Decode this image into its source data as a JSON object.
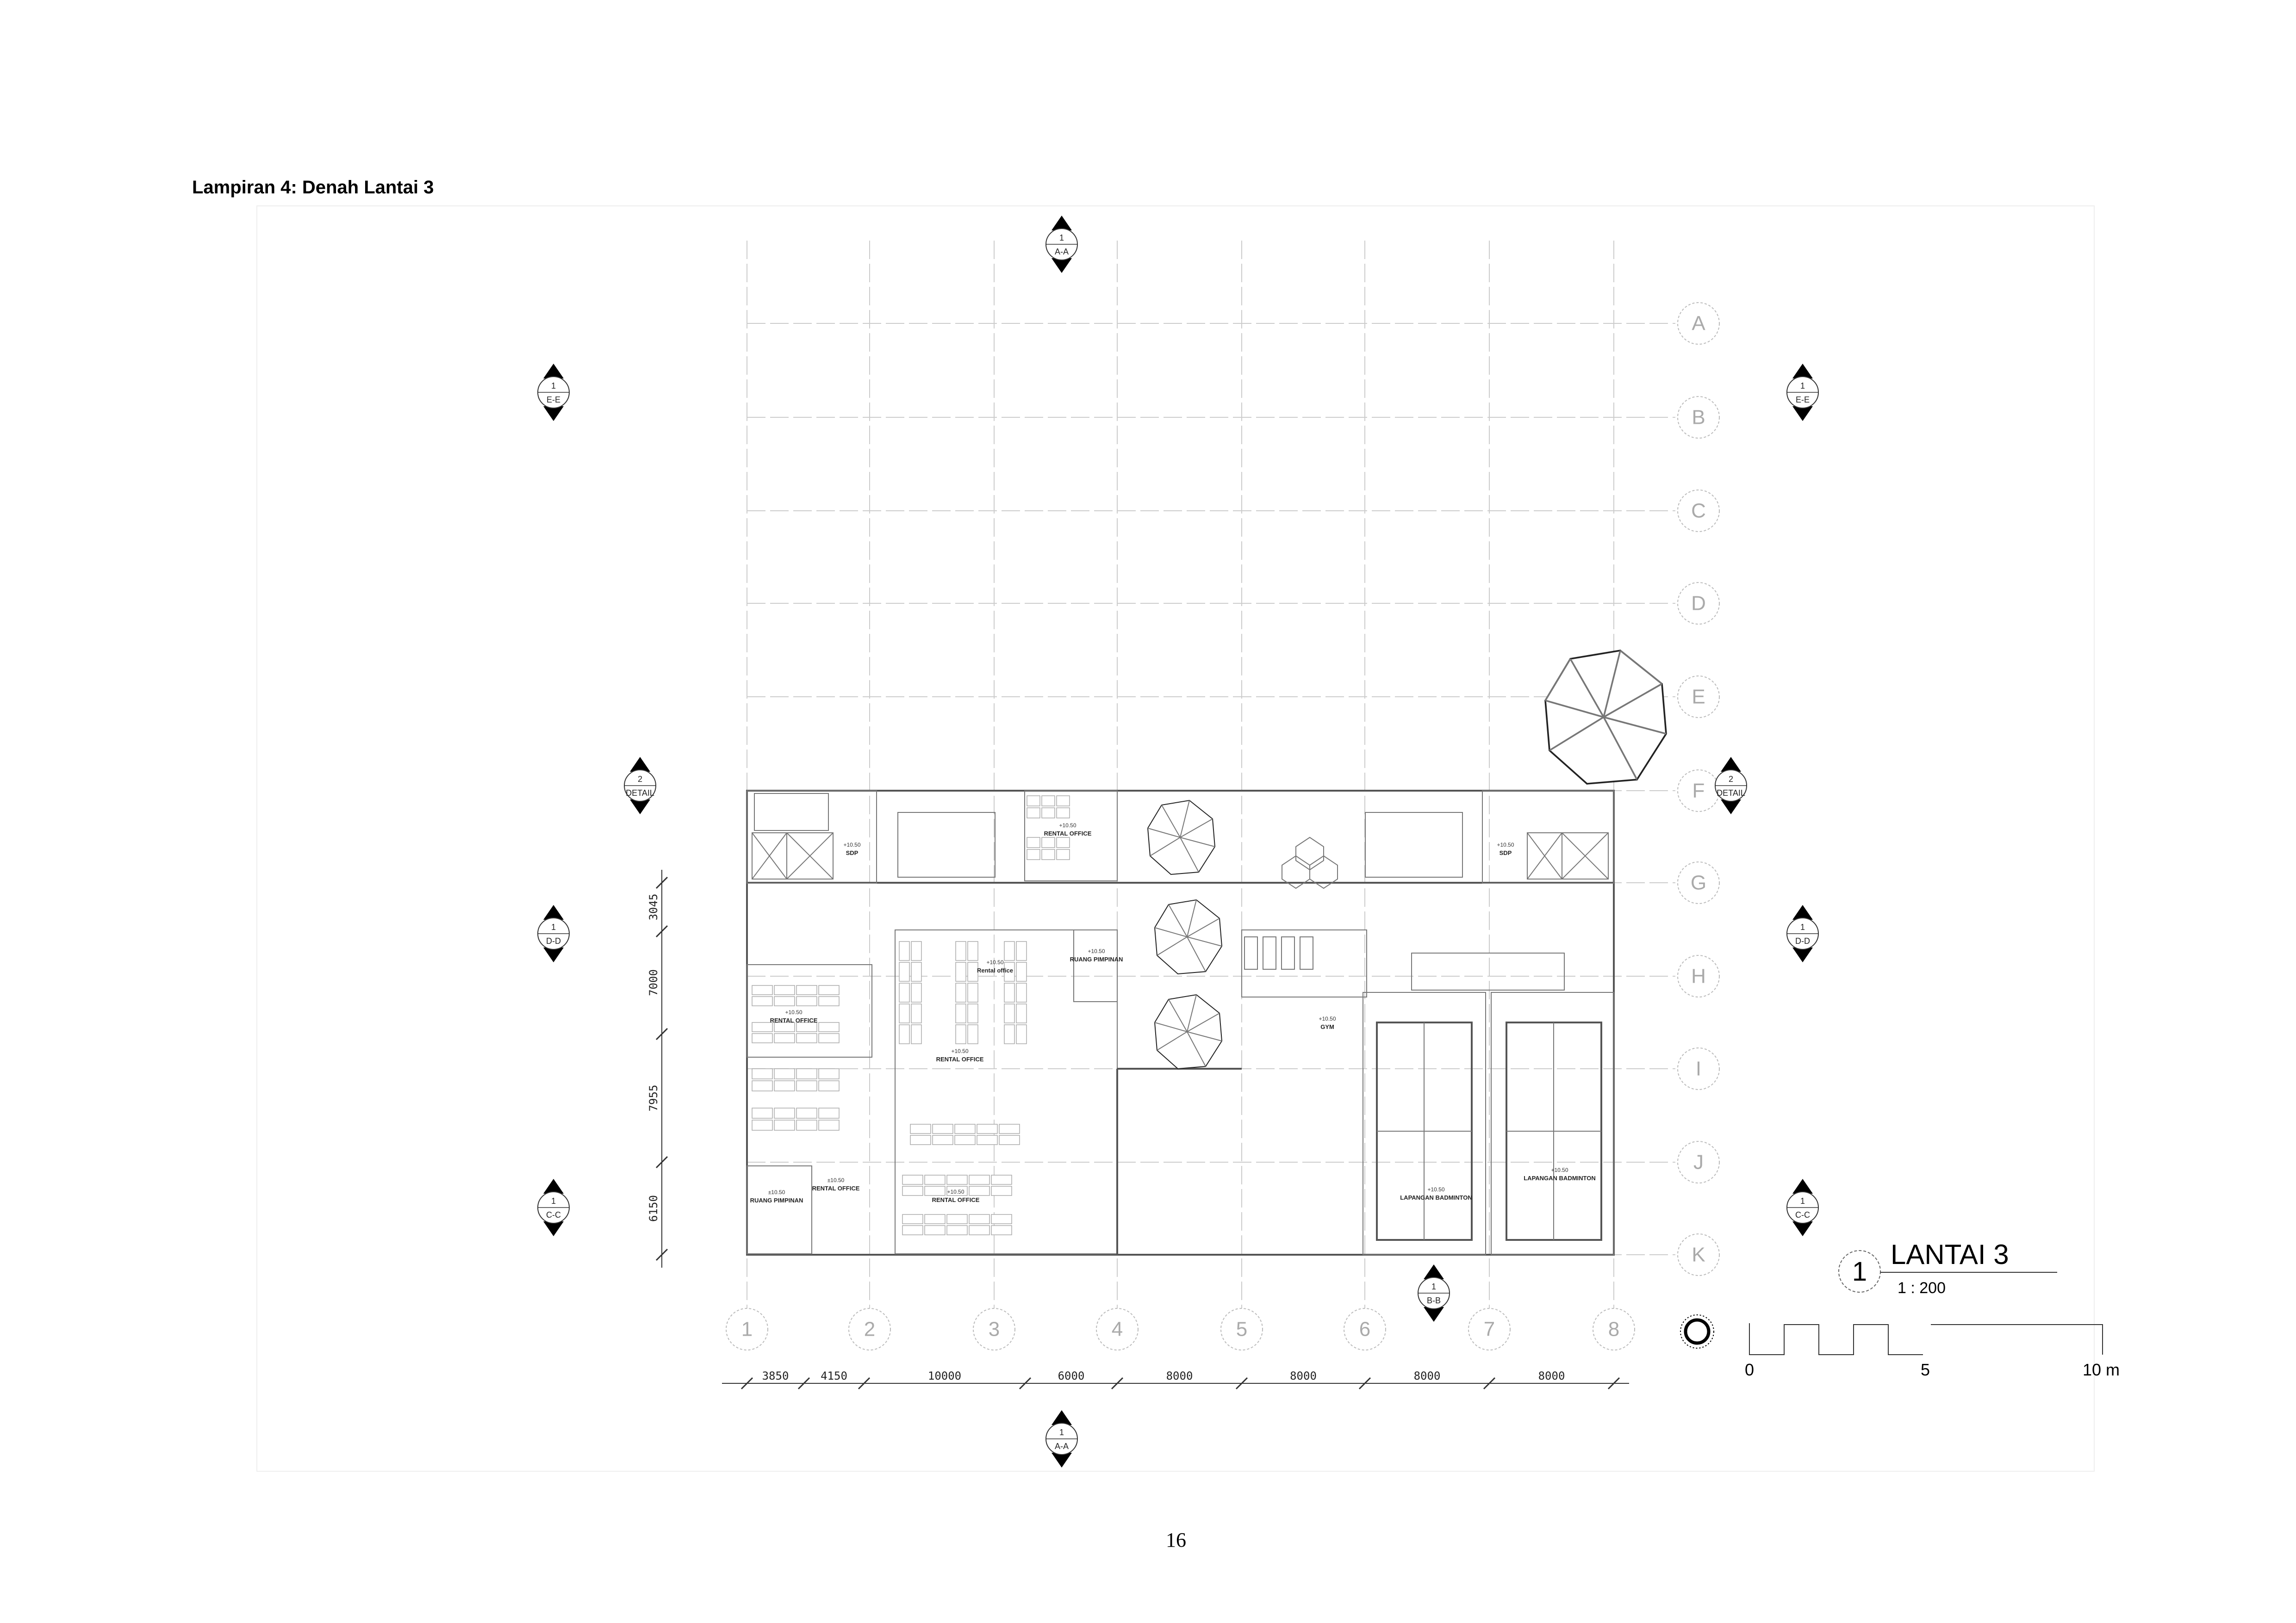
{
  "caption": "Lampiran 4: Denah Lantai 3",
  "page_number": "16",
  "grid": {
    "columns": [
      "1",
      "2",
      "3",
      "4",
      "5",
      "6",
      "7",
      "8"
    ],
    "rows": [
      "A",
      "B",
      "C",
      "D",
      "E",
      "F",
      "G",
      "H",
      "I",
      "J",
      "K"
    ]
  },
  "dimensions": {
    "horizontal": [
      "3850",
      "4150",
      "10000",
      "6000",
      "8000",
      "8000",
      "8000",
      "8000"
    ],
    "vertical": [
      "3045",
      "7000",
      "7955",
      "6150"
    ]
  },
  "sections": [
    {
      "num": "1",
      "ref": "A-A"
    },
    {
      "num": "1",
      "ref": "A-A"
    },
    {
      "num": "1",
      "ref": "E-E"
    },
    {
      "num": "1",
      "ref": "E-E"
    },
    {
      "num": "1",
      "ref": "D-D"
    },
    {
      "num": "1",
      "ref": "D-D"
    },
    {
      "num": "1",
      "ref": "C-C"
    },
    {
      "num": "1",
      "ref": "C-C"
    },
    {
      "num": "2",
      "ref": "DETAIL"
    },
    {
      "num": "2",
      "ref": "DETAIL"
    },
    {
      "num": "1",
      "ref": "B-B"
    }
  ],
  "rooms": [
    {
      "name": "SDP",
      "elev": "+10.50"
    },
    {
      "name": "SDP",
      "elev": "+10.50"
    },
    {
      "name": "RENTAL OFFICE",
      "elev": "+10.50"
    },
    {
      "name": "RUANG PIMPINAN",
      "elev": "+10.50"
    },
    {
      "name": "Rental office",
      "elev": "+10.50"
    },
    {
      "name": "RENTAL OFFICE",
      "elev": "+10.50"
    },
    {
      "name": "RENTAL OFFICE",
      "elev": "+10.50"
    },
    {
      "name": "RUANG PIMPINAN",
      "elev": "±10.50"
    },
    {
      "name": "RENTAL OFFICE",
      "elev": "±10.50"
    },
    {
      "name": "RENTAL OFFICE",
      "elev": "+10.50"
    },
    {
      "name": "GYM",
      "elev": "+10.50"
    },
    {
      "name": "LAPANGAN BADMINTON",
      "elev": "+10.50"
    },
    {
      "name": "LAPANGAN BADMINTON",
      "elev": "+10.50"
    }
  ],
  "view_title": {
    "number": "1",
    "name": "LANTAI 3",
    "scale": "1 : 200"
  },
  "scale_bar": {
    "labels": [
      "0",
      "5",
      "10 m"
    ]
  }
}
